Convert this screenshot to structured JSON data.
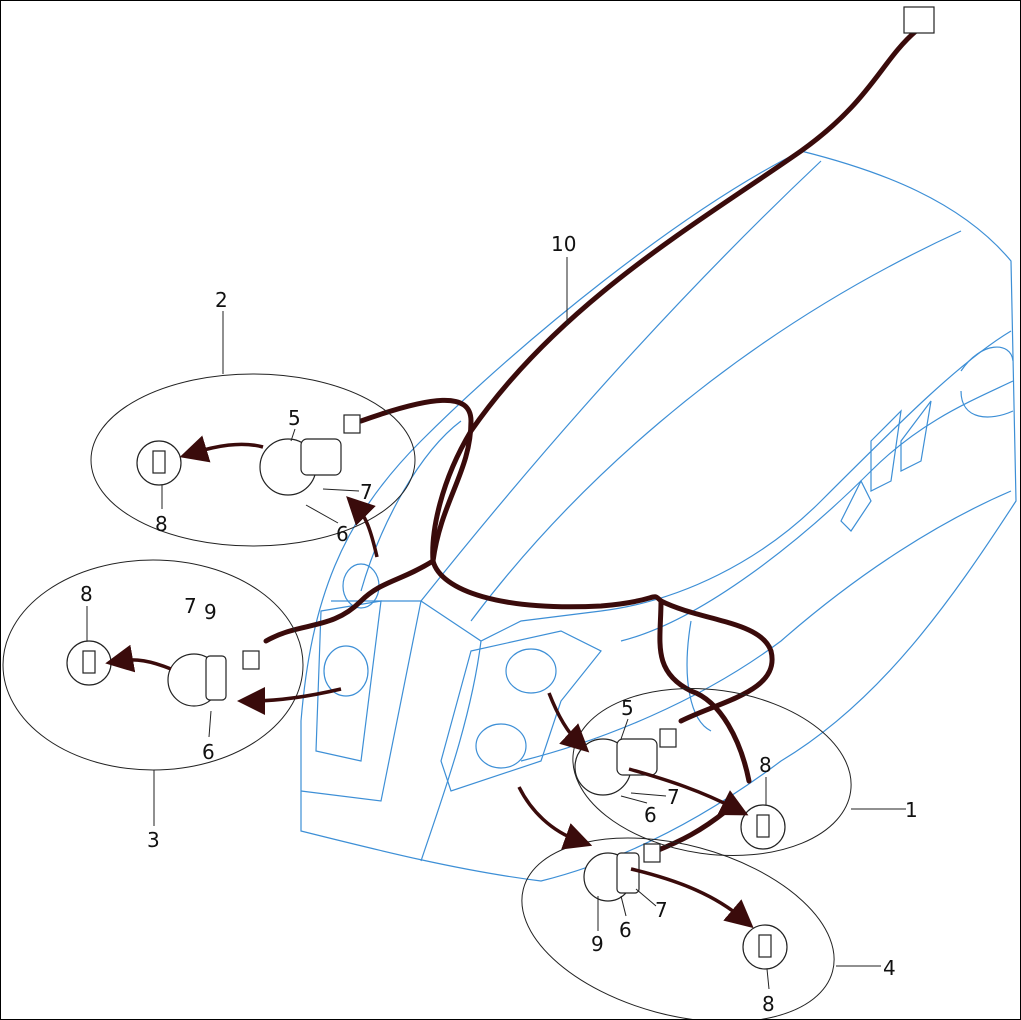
{
  "diagram": {
    "type": "exploded-parts-diagram",
    "colors": {
      "hood_outline": "#3d8fd6",
      "harness": "#3a0b0b",
      "lines": "#222222"
    },
    "callouts": {
      "harness": "10",
      "group_1": "1",
      "group_2": "2",
      "group_3": "3",
      "group_4": "4",
      "g2_housing": "5",
      "g2_screw": "7",
      "g2_clip": "6",
      "g2_bulb": "8",
      "g3_bulb": "8",
      "g3_screw": "7",
      "g3_nut": "9",
      "g3_clip": "6",
      "g1_housing": "5",
      "g1_bulb": "8",
      "g1_screw": "7",
      "g1_clip": "6",
      "g4_screw": "7",
      "g4_clip": "6",
      "g4_nut": "9",
      "g4_bulb": "8"
    }
  }
}
